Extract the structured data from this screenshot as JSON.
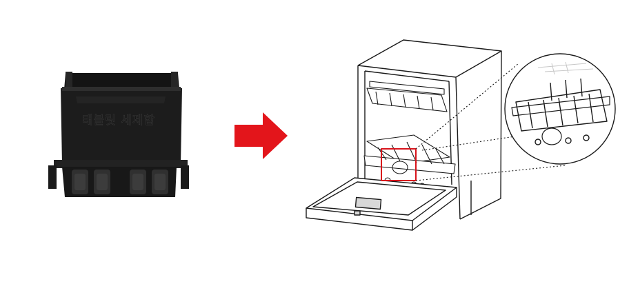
{
  "product": {
    "name": "tablet-detergent-box",
    "engraved_label": "태블릿 세제함",
    "body_color": "#1c1c1c"
  },
  "arrow": {
    "icon": "right-arrow-icon",
    "color": "#e3151b"
  },
  "illustration": {
    "subject": "dishwasher-line-drawing",
    "highlight_color": "#d8131b",
    "line_color": "#1a1a1a"
  }
}
